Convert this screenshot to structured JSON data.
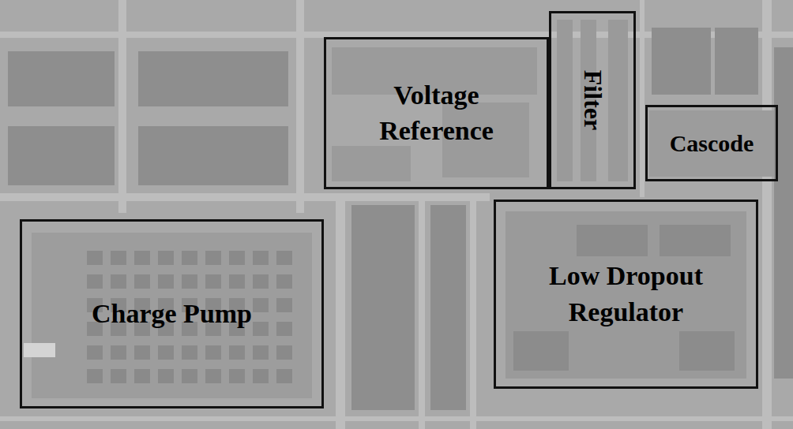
{
  "diagram": {
    "nodes": [
      {
        "text": [
          "Voltage Reference"
        ]
      },
      {
        "text": [
          "Filter"
        ]
      },
      {
        "text": [
          "Cascode"
        ]
      },
      {
        "text": [
          "Charge Pump"
        ]
      },
      {
        "text": [
          "Low Dropout Regulator"
        ]
      }
    ]
  }
}
